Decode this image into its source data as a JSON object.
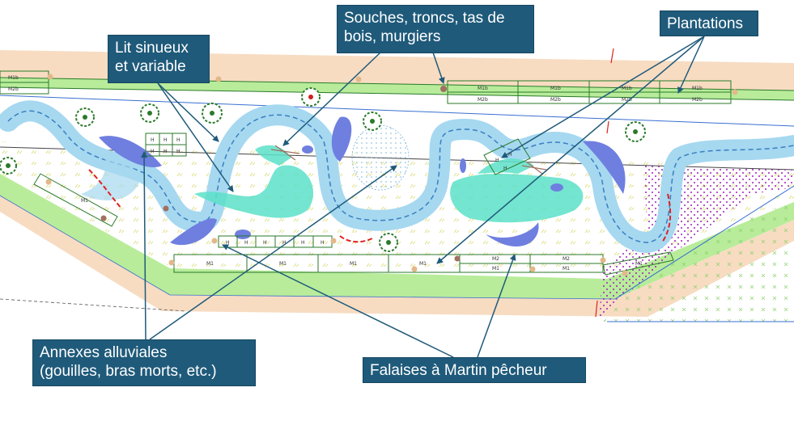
{
  "colors": {
    "callout_bg": "#1f5a7a",
    "callout_text": "#ffffff",
    "arrow": "#1f5a7a",
    "river": "#a6d8f0",
    "river_edge": "#3a7fc0",
    "wetland": "#5ce0c8",
    "pond": "#6f7fe0",
    "embankment_green": "#b8ec9a",
    "embankment_tan": "#f7dcc2",
    "meadow_purple": "#a020c0",
    "hedge_line": "#2a7a2a"
  },
  "callouts": {
    "souches": "Souches, troncs, tas de bois, murgiers",
    "lit_line1": "Lit sinueux",
    "lit_line2": "et variable",
    "plantations": "Plantations",
    "annexes_line1": "Annexes alluviales",
    "annexes_line2": "(gouilles, bras morts, etc.)",
    "falaises": "Falaises à Martin pêcheur"
  },
  "plan_labels": {
    "m1b": "M1b",
    "m2b": "M2b",
    "m1": "M1",
    "m2": "M2",
    "h": "H"
  },
  "icons": {
    "tree": "tree-icon",
    "stump": "stump-icon"
  }
}
